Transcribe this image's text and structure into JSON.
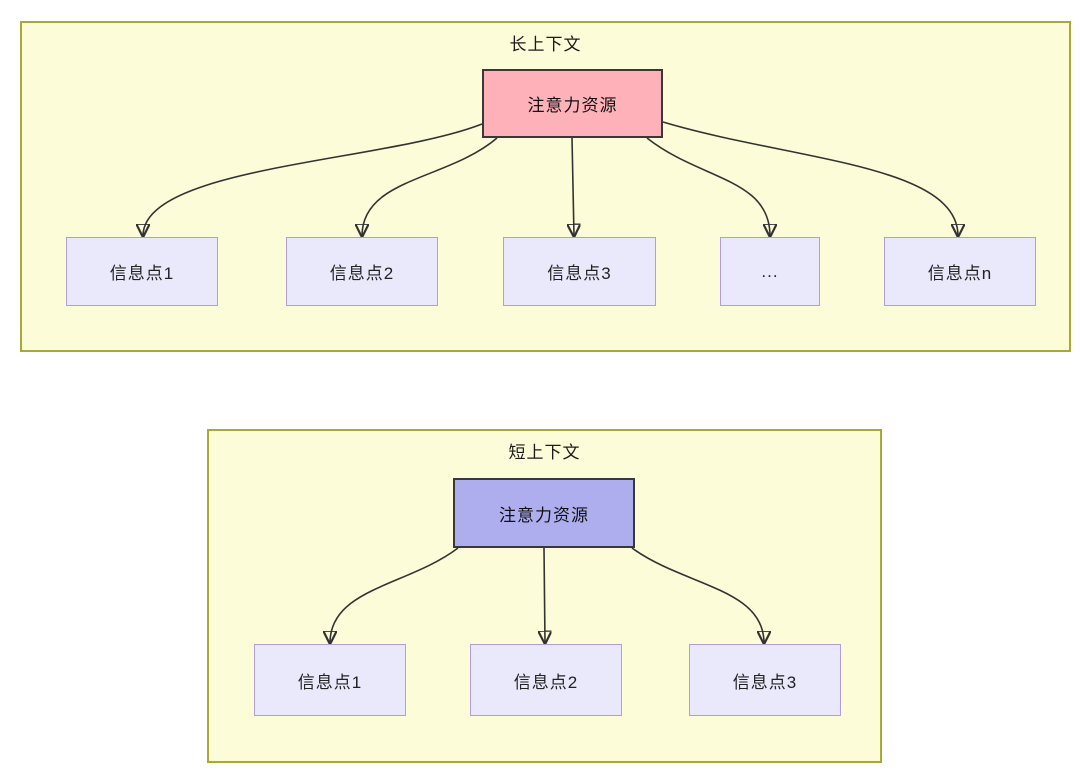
{
  "diagram": {
    "long_context": {
      "title": "长上下文",
      "attention_box": "注意力资源",
      "targets": [
        "信息点1",
        "信息点2",
        "信息点3",
        "...",
        "信息点n"
      ]
    },
    "short_context": {
      "title": "短上下文",
      "attention_box": "注意力资源",
      "targets": [
        "信息点1",
        "信息点2",
        "信息点3"
      ]
    },
    "colors": {
      "section_fill": "#fcfcd8",
      "section_border": "#a9a936",
      "long_attention_fill": "#ffb1ba",
      "short_attention_fill": "#aeaeef",
      "attention_border": "#383838",
      "info_fill": "#e9e9fb",
      "info_border": "#b39ce0",
      "arrow_color": "#333333",
      "page_background": "#ffffff"
    }
  }
}
